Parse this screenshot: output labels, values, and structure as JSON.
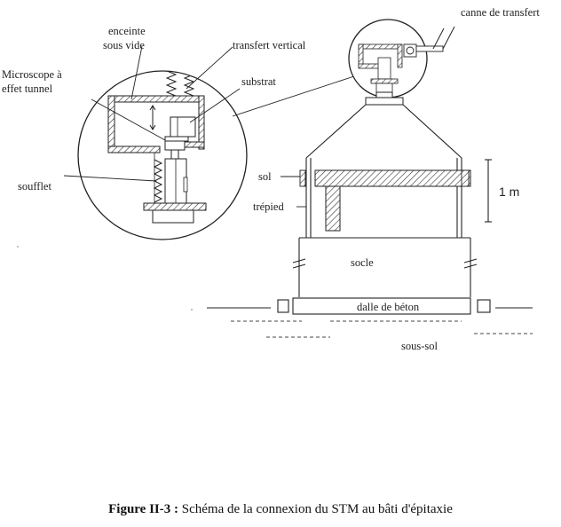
{
  "labels": {
    "canne": "canne de transfert",
    "enceinte_1": "enceinte",
    "enceinte_2": "sous vide",
    "transfert_vertical": "transfert vertical",
    "microscope_1": "Microscope à",
    "microscope_2": "effet tunnel",
    "substrat": "substrat",
    "soufflet": "soufflet",
    "sol": "sol",
    "trepied": "trépied",
    "scale": "1 m",
    "socle": "socle",
    "dalle": "dalle de béton",
    "sous_sol": "sous-sol"
  },
  "caption": {
    "label": "Figure II-3 :",
    "text": "Schéma de la connexion du STM au bâti d'épitaxie"
  },
  "colors": {
    "ink": "#222222",
    "paper": "#ffffff"
  }
}
